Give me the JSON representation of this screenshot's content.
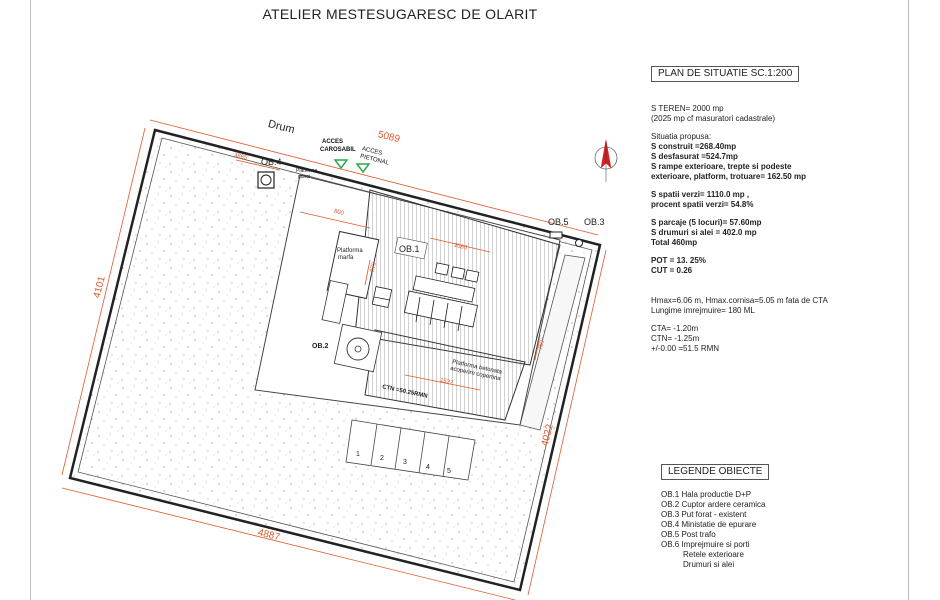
{
  "title": "ATELIER MESTESUGARESC DE OLARIT",
  "plan": {
    "road_label": "Drum",
    "dim_top": "5089",
    "dim_left": "4101",
    "dim_right": "4022",
    "dim_bottom": "4887",
    "access_vehicle_line1": "ACCES",
    "access_vehicle_line2": "CAROSABIL",
    "access_pedestrian_line1": "ACCES",
    "access_pedestrian_line2": "PIETONAL",
    "ob1": "OB.1",
    "ob2": "OB.2",
    "ob3": "OB.3",
    "ob4": "OB.4",
    "ob5": "OB.5",
    "platform_goods_line1": "Platforma",
    "platform_goods_line2": "marfa",
    "platform_concrete_line1": "Platforma betonata",
    "platform_concrete_line2": "acoperire copertina",
    "platform_top_line1": "Platforma",
    "platform_top_line2": "gunoi",
    "ctn_label": "CTN =50.25RMN",
    "parking_numbers": [
      "1",
      "2",
      "3",
      "4",
      "5"
    ],
    "small_dims": [
      "800",
      "2080",
      "1527",
      "870",
      "750",
      "3865"
    ]
  },
  "info": {
    "plan_title": "PLAN DE SITUATIE SC.1:200",
    "s_teren": "S TEREN=  2000 mp",
    "s_teren_note": "(2025 mp cf masuratori cadastrale)",
    "situatia_title": "Situatia propusa:",
    "s_construit": "S construit =268.40mp",
    "s_desfasurat": "S desfasurat =524.7mp",
    "s_rampe_1": "S rampe exterioare, trepte si podeste",
    "s_rampe_2": "exterioare, platform, trotuare= 162.50 mp",
    "s_spatii_verzi": "S spatii verzi= 1110.0 mp ,",
    "procent_verzi": "procent spatii verzi= 54.8%",
    "s_parcaje": "S parcaje (5 locuri)= 57.60mp",
    "s_drumuri": "S drumuri si alei = 402.0 mp",
    "total": "Total 460mp",
    "pot": "POT = 13. 25%",
    "cut": "CUT = 0.26",
    "hmax": "Hmax=6.06 m, Hmax.cornisa=5.05 m fata de CTA",
    "lungime": "Lungime imrejmuire= 180 ML",
    "cta": "CTA= -1.20m",
    "ctn": "CTN= -1.25m",
    "zero": "+/-0.00 =51.5 RMN"
  },
  "legend": {
    "title": "LEGENDE OBIECTE",
    "items": [
      "OB.1 Hala productie D+P",
      "OB.2 Cuptor ardere ceramica",
      "OB.3 Put forat - existent",
      "OB.4 Ministatie de epurare",
      "OB.5 Post trafo",
      "OB.6 Imprejmuire si porti"
    ],
    "sub_items": [
      "Retele exterioare",
      "Drumuri si alei"
    ]
  },
  "colors": {
    "dimension": "#e05a2b",
    "access": "#2aa84a",
    "north": "#d62020",
    "line": "#333333"
  }
}
